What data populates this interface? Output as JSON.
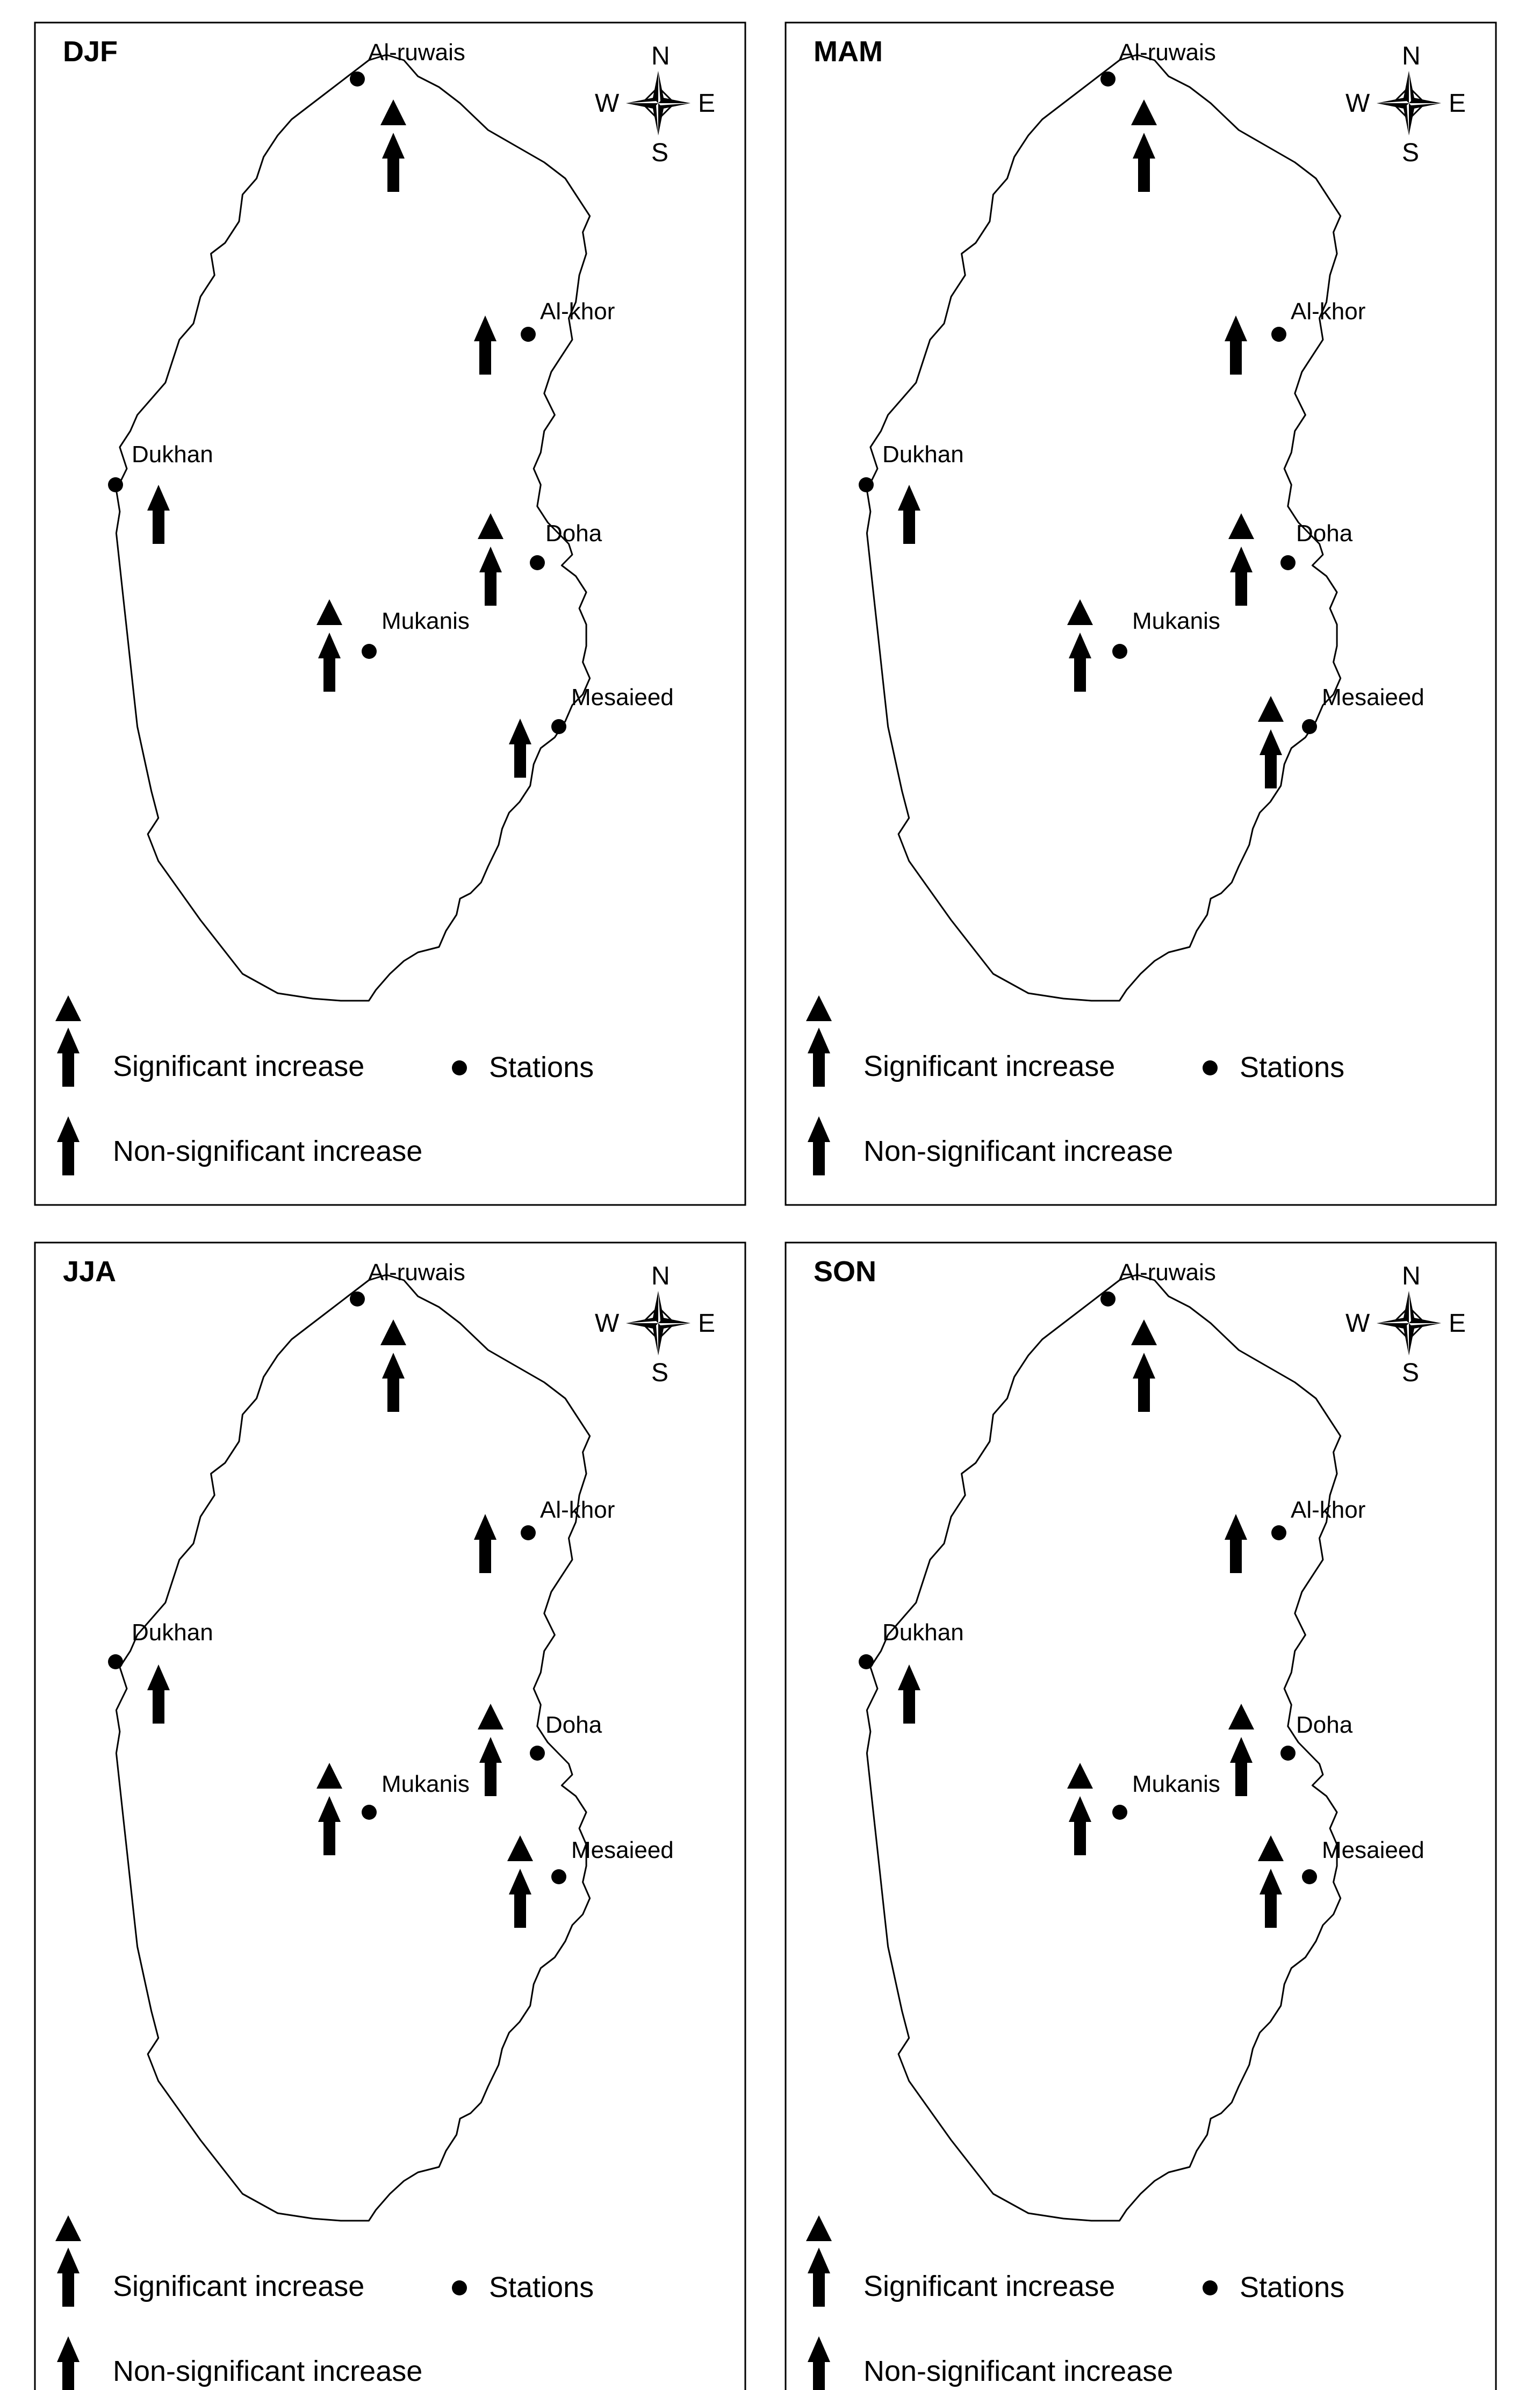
{
  "legend": {
    "significant": "Significant increase",
    "non_significant": "Non-significant increase",
    "stations": "Stations"
  },
  "compass": {
    "north": "N",
    "south": "S",
    "east": "E",
    "west": "W"
  },
  "stations": [
    {
      "id": "al-ruwais",
      "name": "Al-ruwais"
    },
    {
      "id": "al-khor",
      "name": "Al-khor"
    },
    {
      "id": "dukhan",
      "name": "Dukhan"
    },
    {
      "id": "doha",
      "name": "Doha"
    },
    {
      "id": "mukanis",
      "name": "Mukanis"
    },
    {
      "id": "mesaieed",
      "name": "Mesaieed"
    }
  ],
  "panels": [
    {
      "id": "djf",
      "season": "DJF",
      "trends": {
        "al-ruwais": "significant",
        "al-khor": "non-significant",
        "dukhan": "non-significant",
        "doha": "significant",
        "mukanis": "significant",
        "mesaieed": "non-significant"
      }
    },
    {
      "id": "mam",
      "season": "MAM",
      "trends": {
        "al-ruwais": "significant",
        "al-khor": "non-significant",
        "dukhan": "non-significant",
        "doha": "significant",
        "mukanis": "significant",
        "mesaieed": "significant"
      }
    },
    {
      "id": "jja",
      "season": "JJA",
      "trends": {
        "al-ruwais": "significant",
        "al-khor": "non-significant",
        "dukhan": "non-significant",
        "doha": "significant",
        "mukanis": "significant",
        "mesaieed": "significant"
      }
    },
    {
      "id": "son",
      "season": "SON",
      "trends": {
        "al-ruwais": "significant",
        "al-khor": "non-significant",
        "dukhan": "non-significant",
        "doha": "significant",
        "mukanis": "significant",
        "mesaieed": "significant"
      }
    }
  ],
  "colors": {
    "ink": "#000000",
    "background": "#ffffff"
  }
}
